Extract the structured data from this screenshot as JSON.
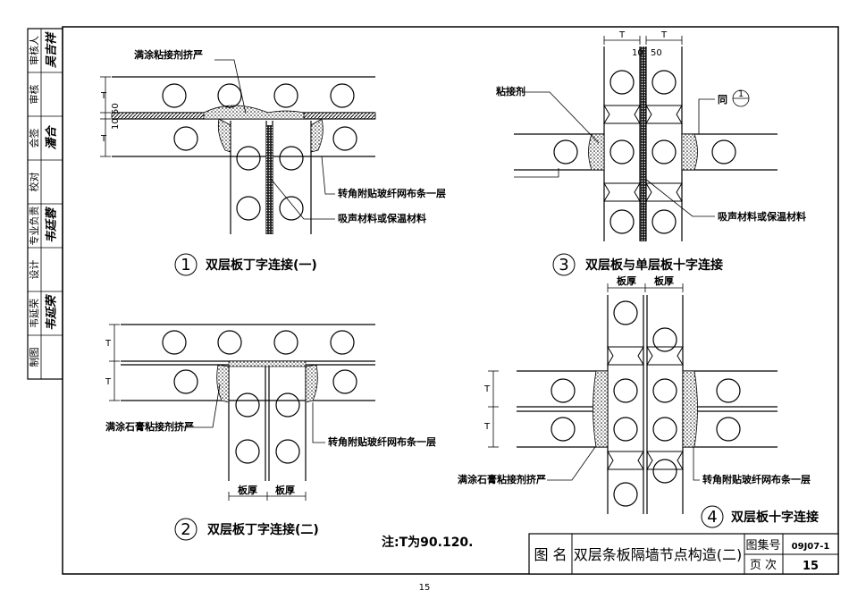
{
  "sidebar": [
    {
      "role": "审核人",
      "name": "吴吉祥"
    },
    {
      "role": "审核",
      "name": ""
    },
    {
      "role": "会签",
      "name": "潘合"
    },
    {
      "role": "校对",
      "name": ""
    },
    {
      "role": "专业负责",
      "name": "韦廷蓉"
    },
    {
      "role": "设计",
      "name": ""
    },
    {
      "role": "韦延荣",
      "name": "韦延荣"
    },
    {
      "role": "制图",
      "name": ""
    }
  ],
  "d1": {
    "num": "1",
    "caption": "双层板丁字连接(一)",
    "label_glue": "满涂粘接剂挤严",
    "label_mesh": "转角附贴玻纤网布条一层",
    "label_absorb": "吸声材料或保温材料",
    "dim_T": "T",
    "dim_10": "10",
    "dim_50": "50"
  },
  "d2": {
    "num": "2",
    "caption": "双层板丁字连接(二)",
    "label_glue": "满涂石膏粘接剂挤严",
    "label_mesh": "转角附贴玻纤网布条一层",
    "label_thick1": "板厚",
    "label_thick2": "板厚",
    "dim_T": "T"
  },
  "d3": {
    "num": "3",
    "caption": "双层板与单层板十字连接",
    "label_glue": "粘接剂",
    "label_same": "同",
    "ref_top": "1",
    "ref_bottom": "-",
    "label_absorb": "吸声材料或保温材料",
    "dim_T": "T",
    "dim_10": "10",
    "dim_50": "50"
  },
  "d4": {
    "num": "4",
    "caption": "双层板十字连接",
    "label_glue": "满涂石膏粘接剂挤严",
    "label_mesh": "转角附贴玻纤网布条一层",
    "label_thick1": "板厚",
    "label_thick2": "板厚",
    "dim_T": "T"
  },
  "note": "注:T为90.120.",
  "titleblock": {
    "name_label": "图 名",
    "title": "双层条板隔墙节点构造(二)",
    "atlas_label": "图集号",
    "atlas_value": "09J07-1",
    "page_label": "页 次",
    "page_value": "15"
  },
  "page_number": "15"
}
